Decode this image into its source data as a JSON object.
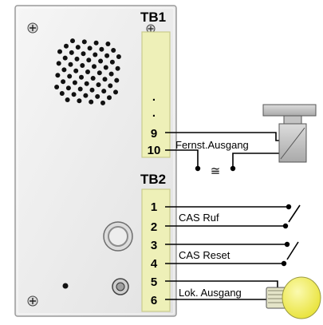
{
  "terminal_blocks": {
    "tb1": {
      "label": "TB1",
      "pins": [
        ".",
        ".",
        "9",
        "10"
      ]
    },
    "tb2": {
      "label": "TB2",
      "pins": [
        "1",
        "2",
        "3",
        "4",
        "5",
        "6"
      ]
    }
  },
  "signals": {
    "remote_output": "Fernst.Ausgang",
    "cas_call": "CAS Ruf",
    "cas_reset": "CAS Reset",
    "local_output": "Lok. Ausgang",
    "approx_symbol": "≅"
  },
  "colors": {
    "panel": "#efefef",
    "panel_border": "#9a9a9a",
    "terminal_fill": "#eef0b8",
    "terminal_border": "#c9cb8e",
    "wire": "#000000",
    "lamp": "#f2ee4a",
    "relay_body": "#c8c8c8"
  },
  "icons": {
    "screws": "screw-icon",
    "speaker": "speaker-grille-icon",
    "button": "call-button-icon",
    "microphone": "microphone-icon",
    "relay": "relay-icon",
    "switch": "switch-icon",
    "lamp": "lamp-icon"
  }
}
